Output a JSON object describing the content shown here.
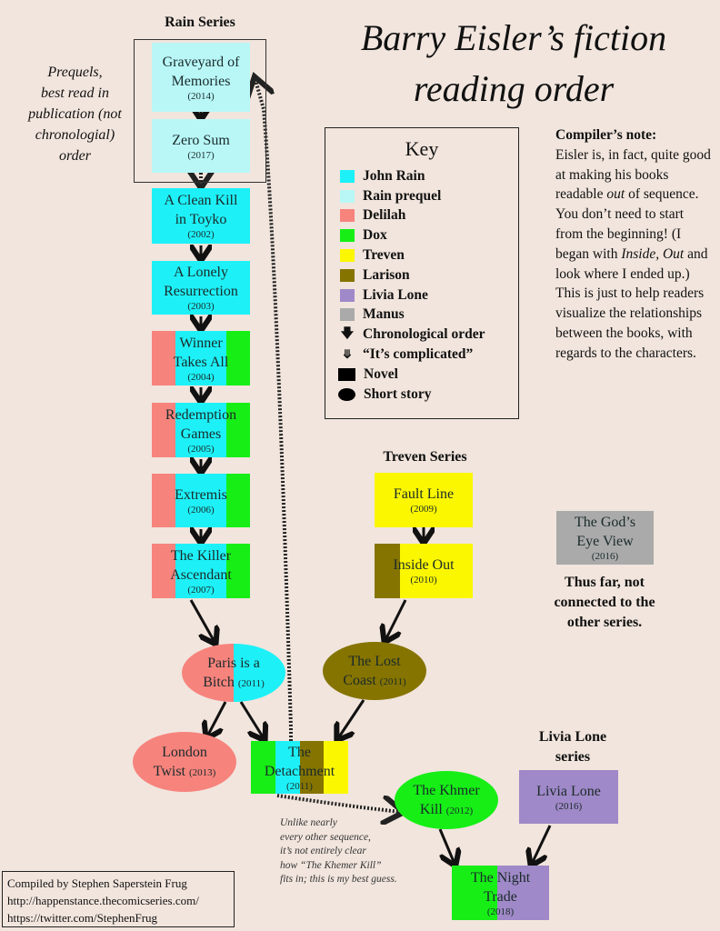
{
  "title": [
    "Barry Eisler’s fiction",
    "reading order"
  ],
  "headers": {
    "rain": "Rain Series",
    "treven": "Treven Series",
    "livia": [
      "Livia Lone",
      "series"
    ]
  },
  "prequel_note": [
    "Prequels,",
    "best read in",
    "publication (not",
    "chronologial)",
    "order"
  ],
  "colors": {
    "john_rain": "#1df1f7",
    "rain_prequel": "#b9f7f7",
    "delilah": "#f7837d",
    "dox": "#16ee16",
    "treven": "#fbf700",
    "larison": "#857400",
    "livia_lone": "#a089c8",
    "manus": "#aaaaaa",
    "background": "#f1e5dd"
  },
  "books": {
    "graveyard": {
      "title": [
        "Graveyard of",
        "Memories"
      ],
      "year": "(2014)"
    },
    "zero_sum": {
      "title": [
        "Zero Sum"
      ],
      "year": "(2017)"
    },
    "clean_kill": {
      "title": [
        "A Clean Kill",
        "in Toyko"
      ],
      "year": "(2002)"
    },
    "lonely": {
      "title": [
        "A Lonely",
        "Resurrection"
      ],
      "year": "(2003)"
    },
    "winner": {
      "title": [
        "Winner",
        "Takes All"
      ],
      "year": "(2004)"
    },
    "redemption": {
      "title": [
        "Redemption",
        "Games"
      ],
      "year": "(2005)"
    },
    "extremis": {
      "title": [
        "Extremis"
      ],
      "year": "(2006)"
    },
    "killer": {
      "title": [
        "The Killer",
        "Ascendant"
      ],
      "year": "(2007)"
    },
    "paris": {
      "title": [
        "Paris is a",
        "Bitch"
      ],
      "year": "(2011)"
    },
    "london": {
      "title": [
        "London",
        "Twist"
      ],
      "year": "(2013)"
    },
    "detachment": {
      "title": [
        "The",
        "Detachment"
      ],
      "year": "(2011)"
    },
    "fault_line": {
      "title": [
        "Fault Line"
      ],
      "year": "(2009)"
    },
    "inside_out": {
      "title": [
        "Inside Out"
      ],
      "year": "(2010)"
    },
    "lost_coast": {
      "title": [
        "The Lost",
        "Coast"
      ],
      "year": "(2011)"
    },
    "khmer": {
      "title": [
        "The Khmer",
        "Kill"
      ],
      "year": "(2012)"
    },
    "livia": {
      "title": [
        "Livia Lone"
      ],
      "year": "(2016)"
    },
    "night_trade": {
      "title": [
        "The Night",
        "Trade"
      ],
      "year": "(2018)"
    },
    "gods_eye": {
      "title": [
        "The God’s",
        "Eye View"
      ],
      "year": "(2016)"
    }
  },
  "key": {
    "title": "Key",
    "items": [
      "John Rain",
      "Rain prequel",
      "Delilah",
      "Dox",
      "Treven",
      "Larison",
      "Livia Lone",
      "Manus",
      "Chronological order",
      "“It’s complicated”",
      "Novel",
      "Short story"
    ]
  },
  "compiler_note": {
    "heading": "Compiler’s note:",
    "pre": "Eisler is, in fact, quite good at making his books readable ",
    "em1": "out",
    "mid": " of sequence. You don’t need to start from the beginning! (I began with ",
    "em2": "Inside, Out",
    "post": " and look where I ended up.) This is just to help readers visualize the relationships between the books, with regards to the characters."
  },
  "gods_eye_note": [
    "Thus far, not",
    "connected to the",
    "other series."
  ],
  "khmer_note": [
    "Unlike nearly",
    "every other sequence,",
    "it’s not entirely clear",
    "how “The Khemer Kill”",
    "fits in; this is my best guess."
  ],
  "footer": [
    "Compiled by Stephen Saperstein Frug",
    "http://happenstance.thecomicseries.com/",
    "https://twitter.com/StephenFrug"
  ]
}
